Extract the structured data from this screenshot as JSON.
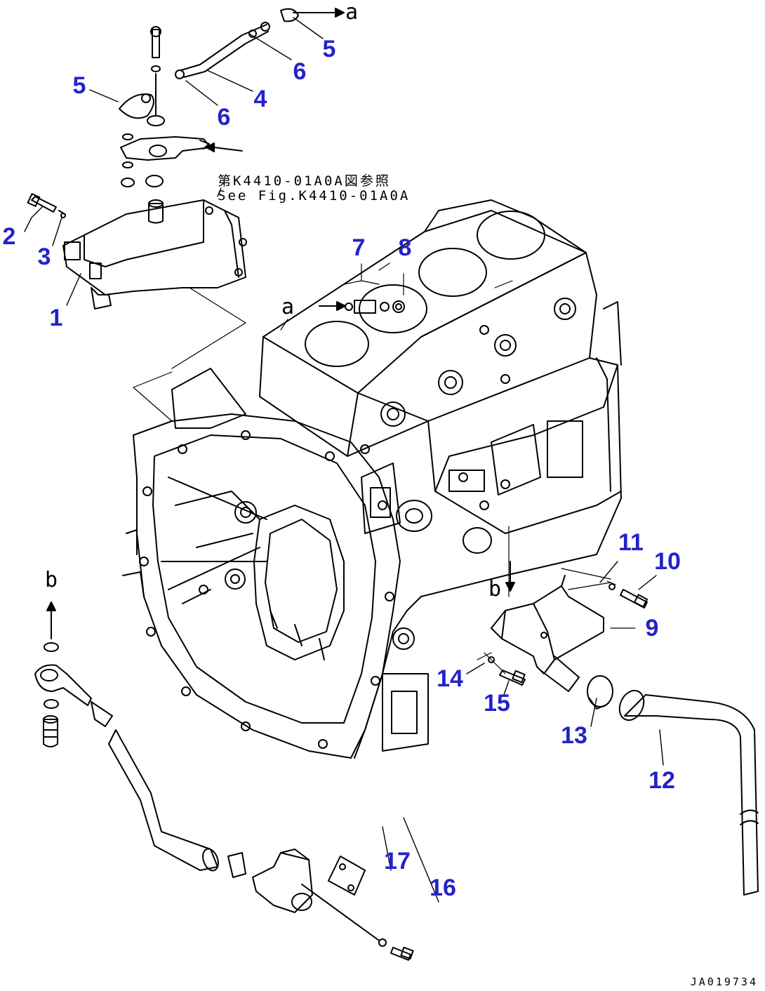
{
  "diagram": {
    "callouts": [
      "1",
      "2",
      "3",
      "4",
      "5",
      "6",
      "7",
      "8",
      "9",
      "10",
      "11",
      "12",
      "13",
      "14",
      "15",
      "16",
      "17"
    ],
    "callout_color": "#2323c8",
    "reference_note_jp": "第K4410-01A0A図参照",
    "reference_note_en": "See Fig.K4410-01A0A",
    "connection_a": "a",
    "connection_b": "b",
    "drawing_code": "JA019734"
  }
}
